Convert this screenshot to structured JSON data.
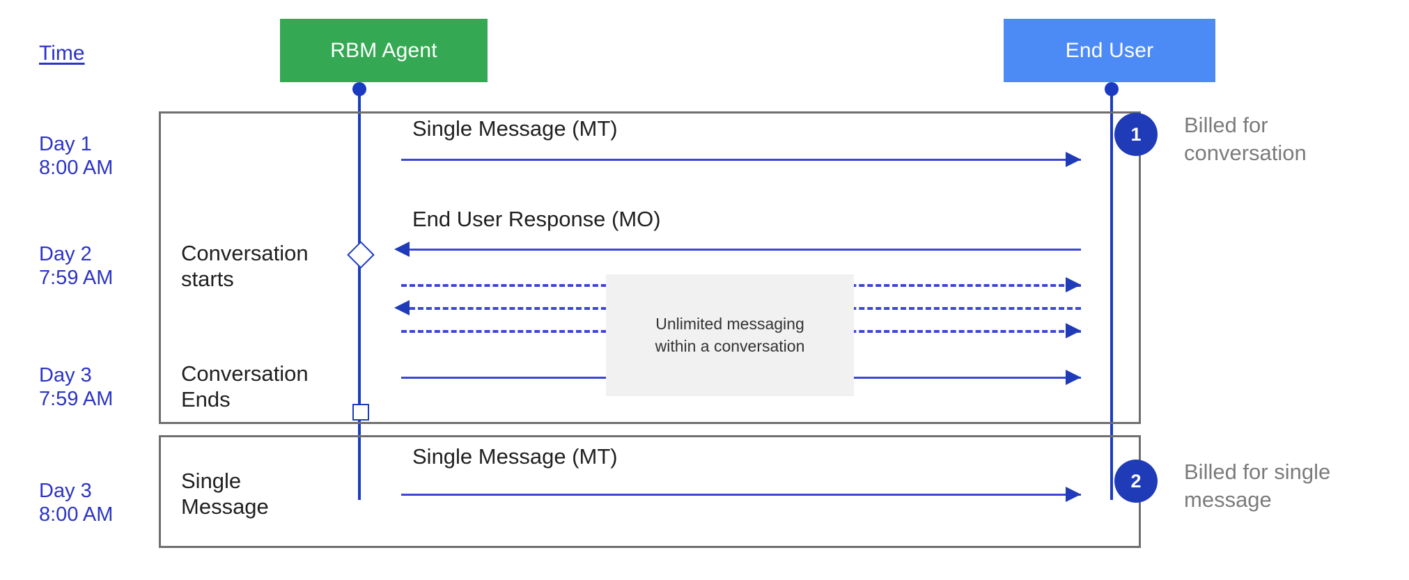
{
  "diagram": {
    "title_hidden": "",
    "time_header": "Time",
    "actors": [
      {
        "id": "rbm-agent",
        "label": "RBM Agent",
        "color": "#34a853"
      },
      {
        "id": "end-user",
        "label": "End User",
        "color": "#4c8bf5"
      }
    ],
    "time_labels": [
      "Day 1\n8:00 AM",
      "Day 2\n7:59 AM",
      "Day 3\n7:59 AM",
      "Day 3\n8:00 AM"
    ],
    "frames": [
      {
        "id": "conversation",
        "labels": [
          "Conversation\nstarts",
          "Conversation\nEnds"
        ],
        "badge": "1",
        "annotation": "Billed for\nconversation"
      },
      {
        "id": "single-message",
        "labels": [
          "Single\nMessage"
        ],
        "badge": "2",
        "annotation": "Billed for single\nmessage"
      }
    ],
    "messages": [
      {
        "id": "mt-1",
        "label": "Single Message (MT)",
        "direction": "right",
        "style": "solid"
      },
      {
        "id": "mo-1",
        "label": "End User Response (MO)",
        "direction": "left",
        "style": "solid"
      },
      {
        "id": "unlimited-1",
        "label": "",
        "direction": "right",
        "style": "dashed"
      },
      {
        "id": "unlimited-2",
        "label": "",
        "direction": "left",
        "style": "dashed"
      },
      {
        "id": "unlimited-3",
        "label": "",
        "direction": "right",
        "style": "dashed"
      },
      {
        "id": "unlimited-4",
        "label": "",
        "direction": "right",
        "style": "solid"
      },
      {
        "id": "mt-2",
        "label": "Single Message (MT)",
        "direction": "right",
        "style": "solid"
      }
    ],
    "note": "Unlimited messaging\nwithin a conversation",
    "colors": {
      "agent_green": "#34a853",
      "user_blue": "#4c8bf5",
      "line_blue": "#3b46d6",
      "lifeline_blue": "#1a3bbf",
      "badge_blue": "#1f3bb8",
      "time_text": "#2b33c4",
      "annotation_gray": "#7b7b7b",
      "frame_gray": "#6e6e6e",
      "note_bg": "#f1f1f1"
    }
  }
}
